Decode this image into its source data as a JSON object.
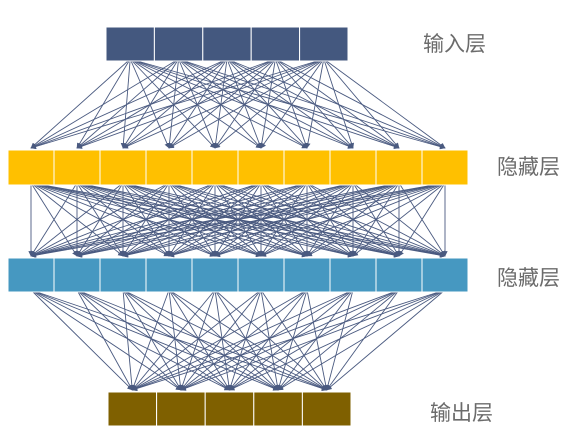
{
  "labels": {
    "input": "输入层",
    "hidden1": "隐藏层",
    "hidden2": "隐藏层",
    "output": "输出层"
  },
  "layers": [
    {
      "key": "input",
      "units": 5,
      "color": "#44587f"
    },
    {
      "key": "hidden1",
      "units": 10,
      "color": "#ffc000"
    },
    {
      "key": "hidden2",
      "units": 10,
      "color": "#4698c1"
    },
    {
      "key": "output",
      "units": 5,
      "color": "#7f6000"
    }
  ],
  "colors": {
    "edge": "#4a5a80",
    "cell_border": "#ffffff"
  }
}
